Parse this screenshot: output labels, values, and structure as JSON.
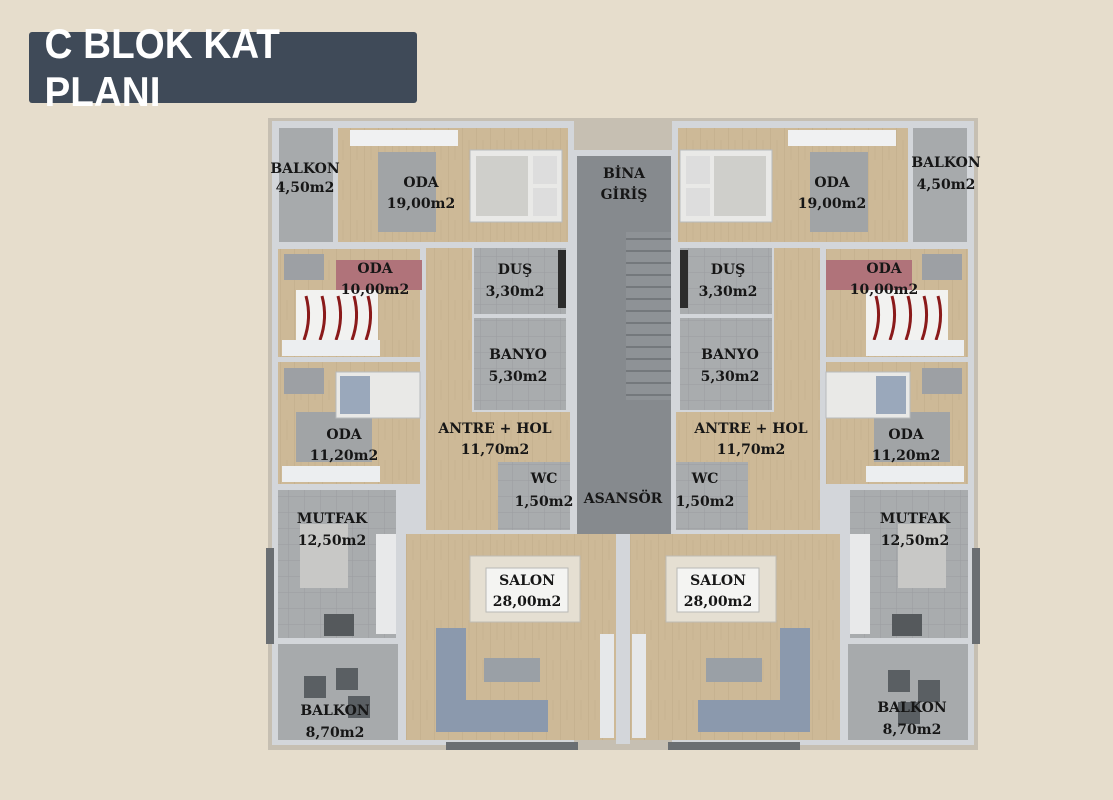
{
  "title": "C BLOK KAT PLANI",
  "colors": {
    "background": "#e6ddcc",
    "title_box": "#3f4a58",
    "wall": "#d3d6da",
    "floor": "#cdb997",
    "tile": "#a9acae",
    "stair": "#8c9094"
  },
  "core": {
    "entrance_line1": "BİNA",
    "entrance_line2": "GİRİŞ",
    "elevator": "ASANSÖR"
  },
  "left_unit": {
    "balkon_top": {
      "name": "BALKON",
      "area": "4,50m2"
    },
    "oda_large": {
      "name": "ODA",
      "area": "19,00m2"
    },
    "oda_small": {
      "name": "ODA",
      "area": "10,00m2"
    },
    "dus": {
      "name": "DUŞ",
      "area": "3,30m2"
    },
    "banyo": {
      "name": "BANYO",
      "area": "5,30m2"
    },
    "oda_mid": {
      "name": "ODA",
      "area": "11,20m2"
    },
    "antre": {
      "name": "ANTRE + HOL",
      "area": "11,70m2"
    },
    "wc": {
      "name": "WC",
      "area": "1,50m2"
    },
    "mutfak": {
      "name": "MUTFAK",
      "area": "12,50m2"
    },
    "salon": {
      "name": "SALON",
      "area": "28,00m2"
    },
    "balkon_bottom": {
      "name": "BALKON",
      "area": "8,70m2"
    }
  },
  "right_unit": {
    "balkon_top": {
      "name": "BALKON",
      "area": "4,50m2"
    },
    "oda_large": {
      "name": "ODA",
      "area": "19,00m2"
    },
    "oda_small": {
      "name": "ODA",
      "area": "10,00m2"
    },
    "dus": {
      "name": "DUŞ",
      "area": "3,30m2"
    },
    "banyo": {
      "name": "BANYO",
      "area": "5,30m2"
    },
    "oda_mid": {
      "name": "ODA",
      "area": "11,20m2"
    },
    "antre": {
      "name": "ANTRE + HOL",
      "area": "11,70m2"
    },
    "wc": {
      "name": "WC",
      "area": "1,50m2"
    },
    "mutfak": {
      "name": "MUTFAK",
      "area": "12,50m2"
    },
    "salon": {
      "name": "SALON",
      "area": "28,00m2"
    },
    "balkon_bottom": {
      "name": "BALKON",
      "area": "8,70m2"
    }
  }
}
